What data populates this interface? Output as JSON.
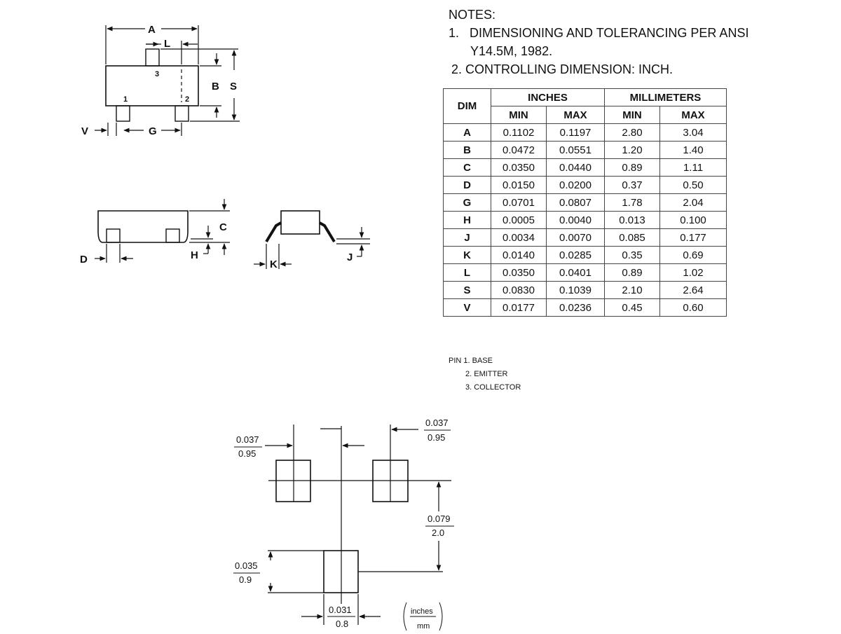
{
  "notes": {
    "title": "NOTES:",
    "items": [
      {
        "num": "1.",
        "line1": "DIMENSIONING AND TOLERANCING PER ANSI",
        "line2": "Y14.5M, 1982."
      },
      {
        "num": "2.",
        "line1": "CONTROLLING DIMENSION: INCH."
      }
    ]
  },
  "table": {
    "dim_header": "DIM",
    "inches_header": "INCHES",
    "mm_header": "MILLIMETERS",
    "min_label": "MIN",
    "max_label": "MAX",
    "rows": [
      {
        "dim": "A",
        "in_min": "0.1102",
        "in_max": "0.1197",
        "mm_min": "2.80",
        "mm_max": "3.04"
      },
      {
        "dim": "B",
        "in_min": "0.0472",
        "in_max": "0.0551",
        "mm_min": "1.20",
        "mm_max": "1.40"
      },
      {
        "dim": "C",
        "in_min": "0.0350",
        "in_max": "0.0440",
        "mm_min": "0.89",
        "mm_max": "1.11"
      },
      {
        "dim": "D",
        "in_min": "0.0150",
        "in_max": "0.0200",
        "mm_min": "0.37",
        "mm_max": "0.50"
      },
      {
        "dim": "G",
        "in_min": "0.0701",
        "in_max": "0.0807",
        "mm_min": "1.78",
        "mm_max": "2.04"
      },
      {
        "dim": "H",
        "in_min": "0.0005",
        "in_max": "0.0040",
        "mm_min": "0.013",
        "mm_max": "0.100"
      },
      {
        "dim": "J",
        "in_min": "0.0034",
        "in_max": "0.0070",
        "mm_min": "0.085",
        "mm_max": "0.177"
      },
      {
        "dim": "K",
        "in_min": "0.0140",
        "in_max": "0.0285",
        "mm_min": "0.35",
        "mm_max": "0.69"
      },
      {
        "dim": "L",
        "in_min": "0.0350",
        "in_max": "0.0401",
        "mm_min": "0.89",
        "mm_max": "1.02"
      },
      {
        "dim": "S",
        "in_min": "0.0830",
        "in_max": "0.1039",
        "mm_min": "2.10",
        "mm_max": "2.64"
      },
      {
        "dim": "V",
        "in_min": "0.0177",
        "in_max": "0.0236",
        "mm_min": "0.45",
        "mm_max": "0.60"
      }
    ]
  },
  "pins": {
    "label": "PIN",
    "items": [
      "1. BASE",
      "2. EMITTER",
      "3. COLLECTOR"
    ]
  },
  "drawing_labels": {
    "top": {
      "A": "A",
      "L": "L",
      "B": "B",
      "S": "S",
      "V": "V",
      "G": "G",
      "pin1": "1",
      "pin2": "2",
      "pin3": "3"
    },
    "side": {
      "C": "C",
      "D": "D",
      "H": "H"
    },
    "end": {
      "K": "K",
      "J": "J"
    }
  },
  "footprint": {
    "pad_width_in": "0.037",
    "pad_width_mm": "0.95",
    "pitch_in": "0.037",
    "pitch_mm": "0.95",
    "row_spacing_in": "0.079",
    "row_spacing_mm": "2.0",
    "pad_height_in": "0.035",
    "pad_height_mm": "0.9",
    "pad_bottom_width_in": "0.031",
    "pad_bottom_width_mm": "0.8",
    "units_top": "inches",
    "units_bottom": "mm"
  }
}
